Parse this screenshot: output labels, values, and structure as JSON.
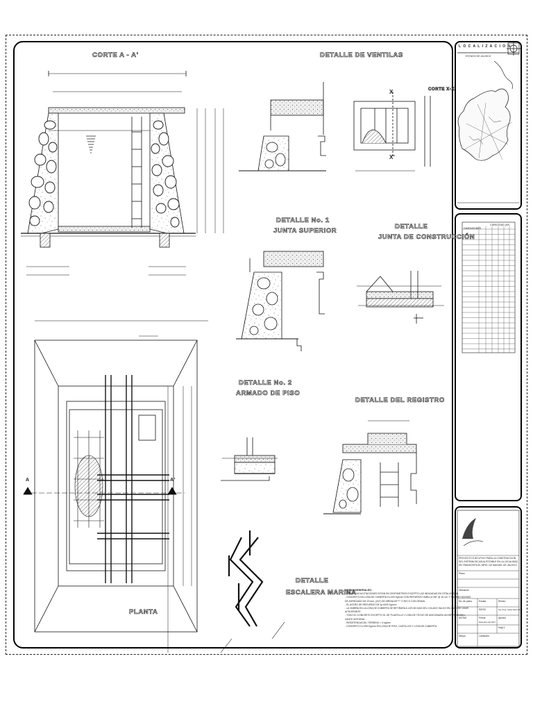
{
  "drawing": {
    "titles": {
      "section": "CORTE A - A'",
      "vent_detail": "DETALLE DE VENTILAS",
      "detail1_a": "DETALLE No. 1",
      "detail1_b": "JUNTA SUPERIOR",
      "joint_a": "DETALLE",
      "joint_b": "JUNTA DE CONSTRUCCIÓN",
      "detail2_a": "DETALLE No. 2",
      "detail2_b": "ARMADO DE PISO",
      "register": "DETALLE DEL REGISTRO",
      "ladder_a": "DETALLE",
      "ladder_b": "ESCALERA MARINA",
      "plan": "PLANTA",
      "cut_label": "CORTE X-X'"
    },
    "section_markers": {
      "a": "A",
      "a_prime": "A'",
      "x": "X",
      "x_prime": "X'"
    },
    "location": {
      "title": "L O C A L I Z A C I O N",
      "state": "ESTADO DE JALISCO"
    },
    "capacity_table": {
      "col1_header": "DIMENSIONES",
      "col2_header": "CAPACIDAD (m³)"
    },
    "notes": {
      "title": "NOTAS GENERALES:",
      "lines": [
        "- TODAS LAS ACOTACIONES ESTAN EN CENTIMETROS EXCEPTO LAS INDICADAS EN OTRA UNIDAD.",
        "- CONCRETO EN LOSA DE CUBIERTA f'c=200 Kg/cm² CON REFUERZO VARILLA 3/8\" @ 15 cm. Y TAMAÑO MAXIMO",
        "  DE AGREGADO DE 19 mm. (3/4\") DE ARENA DE\"T\" O RIO O CON GRAVA.",
        "- EL ACERO DE REFUERZO DE fy=4200 Kg/cm²",
        "- LA CIMBRA EN LA LOSA DE CUBIERTA SE RETIRARA A LOS 28 DIAS DEL COLADO SALVO EN CASO DE USAR",
        "  ACELERANTE.",
        "- TODO EL CONCRETO EXCEPTO EL DE PLANTILLA Y LOSA DE TECHO SE ADICIONARA UN IMPERMEABILI-",
        "  ZANTE INTEGRAL.",
        "- RESISTENCIA DEL TERRENO = 5 kg/cm²",
        "- CONCRETO f'c=200 Kg/cm² EN LOSA DE PISO, CASTILLOS Y LOSA DE CUBIERTA."
      ]
    },
    "title_block": {
      "project": "PROYECTO EJECUTIVO PARA LA CONSTRUCCION DEL SISTEMA DE AGUA POTABLE",
      "project2": "EN LA LOCALIDAD DE TRANSCRITA EL MPIO. DE MAGUEL DE JALISCO",
      "plano": "Plano",
      "ubicacion": "Ubicación",
      "no_plano": "No. de plano",
      "escala": "Escala",
      "escala_val": "S/ESC.",
      "aprobo": "Aprobó",
      "reviso": "Revisó",
      "firma": "Ing. Prog. Javier Ramírez C.",
      "fecha": "Fecha",
      "fecha_val": "Diciembre del 2017",
      "hoja": "Hoja 1",
      "dibujo": "Dibujó",
      "dibujo_val": "Laminario",
      "notas_val": "NOTAS"
    }
  }
}
